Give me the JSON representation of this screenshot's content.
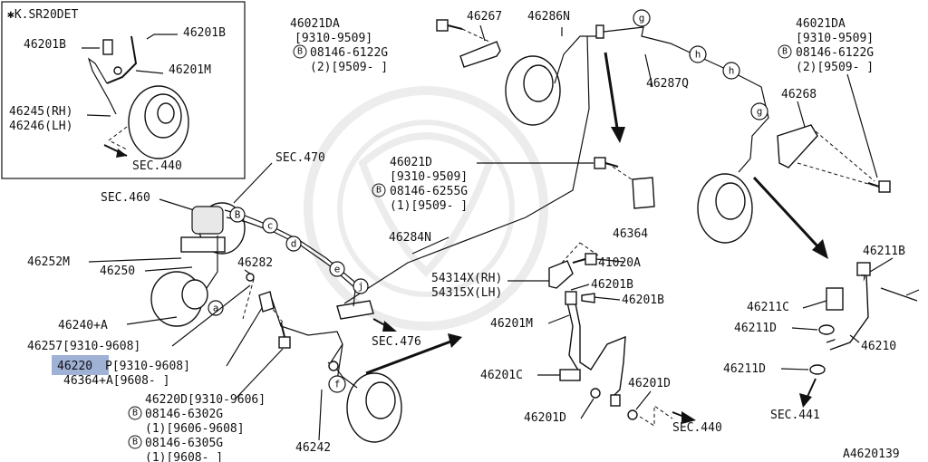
{
  "inset": {
    "title": "✱K.SR20DET",
    "labels": [
      "46201B",
      "46201B",
      "46201M",
      "46245(RH)",
      "46246(LH)",
      "SEC.440"
    ]
  },
  "labels": {
    "l_46021DA_a": "46021DA",
    "l_9310_9509_a": "[9310-9509]",
    "l_08146_6122G_a": "08146-6122G",
    "l_2_9509_a": "(2)[9509-    ]",
    "l_46267": "46267",
    "l_46286N": "46286N",
    "l_46287Q": "46287Q",
    "l_46021DA_b": "46021DA",
    "l_9310_9509_b": "[9310-9509]",
    "l_08146_6122G_b": "08146-6122G",
    "l_2_9509_b": "(2)[9509-    ]",
    "l_46268": "46268",
    "l_sec470": "SEC.470",
    "l_sec460": "SEC.460",
    "l_46021D": "46021D",
    "l_9310_9509_c": "[9310-9509]",
    "l_08146_6255G": "08146-6255G",
    "l_1_9509": "(1)[9509-    ]",
    "l_46364": "46364",
    "l_46284N": "46284N",
    "l_46252M": "46252M",
    "l_46250": "46250",
    "l_46282": "46282",
    "l_41020A": "41020A",
    "l_54314X": "54314X(RH)",
    "l_54315X": "54315X(LH)",
    "l_46201B_a": "46201B",
    "l_46201B_b": "46201B",
    "l_46211B": "46211B",
    "l_46240A": "46240+A",
    "l_46201M": "46201M",
    "l_46211C": "46211C",
    "l_46211D_a": "46211D",
    "l_46210": "46210",
    "l_46257": "46257[9310-9608]",
    "l_sec476": "SEC.476",
    "l_46220P_hl": "46220",
    "l_46220P_rest": "P[9310-9608]",
    "l_46364A": "46364+A[9608-    ]",
    "l_46201C": "46201C",
    "l_46201D_a": "46201D",
    "l_46201D_b": "46201D",
    "l_46211D_b": "46211D",
    "l_46220D": "46220D[9310-9606]",
    "l_08146_6302G": "08146-6302G",
    "l_1_9606_9608": "(1)[9606-9608]",
    "l_08146_6305G": "08146-6305G",
    "l_1_9608": "(1)[9608-    ]",
    "l_46242": "46242",
    "l_sec440": "SEC.440",
    "l_sec441": "SEC.441",
    "l_diagram_id": "A4620139"
  },
  "callouts": {
    "b": "B",
    "c": "c",
    "d": "d",
    "e": "e",
    "j": "j",
    "a": "a",
    "f": "f",
    "g": "g",
    "h": "h"
  },
  "colors": {
    "highlight": "#8fa3cf",
    "ink": "#111111",
    "watermark": "#dcdcdc"
  }
}
